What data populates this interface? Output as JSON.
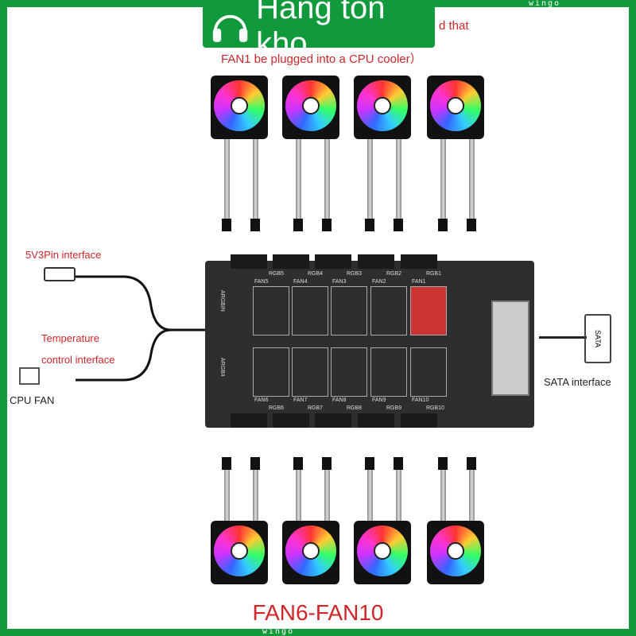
{
  "watermark": "wingo",
  "badge": {
    "text": "Hàng tồn kho",
    "icon": "headphones-icon",
    "color": "#109a3c"
  },
  "header_note": {
    "line1": "d that",
    "line2": "FAN1 be plugged into a CPU cooler）"
  },
  "labels": {
    "argb_in": "5V3Pin interface",
    "temp": "Temperature",
    "temp2": "control interface",
    "cpu_fan": "CPU FAN",
    "sata": "SATA interface",
    "sata_plug": "SATA"
  },
  "board": {
    "top_rgb": [
      "RGB5",
      "RGB4",
      "RGB3",
      "RGB2",
      "RGB1"
    ],
    "top_fan": [
      "FAN5",
      "FAN4",
      "FAN3",
      "FAN2",
      "FAN1"
    ],
    "bottom_rgb": [
      "RGB6",
      "RGB7",
      "RGB8",
      "RGB9",
      "RGB10"
    ],
    "bottom_fan": [
      "FAN6",
      "FAN7",
      "FAN8",
      "FAN9",
      "FAN10"
    ],
    "argb_in": "ARGBIN",
    "argb_out": "ARGBII"
  },
  "footer": "FAN6-FAN10",
  "colors": {
    "accent": "#d0262a",
    "board": "#2e2e30",
    "frame": "#109a3c"
  }
}
